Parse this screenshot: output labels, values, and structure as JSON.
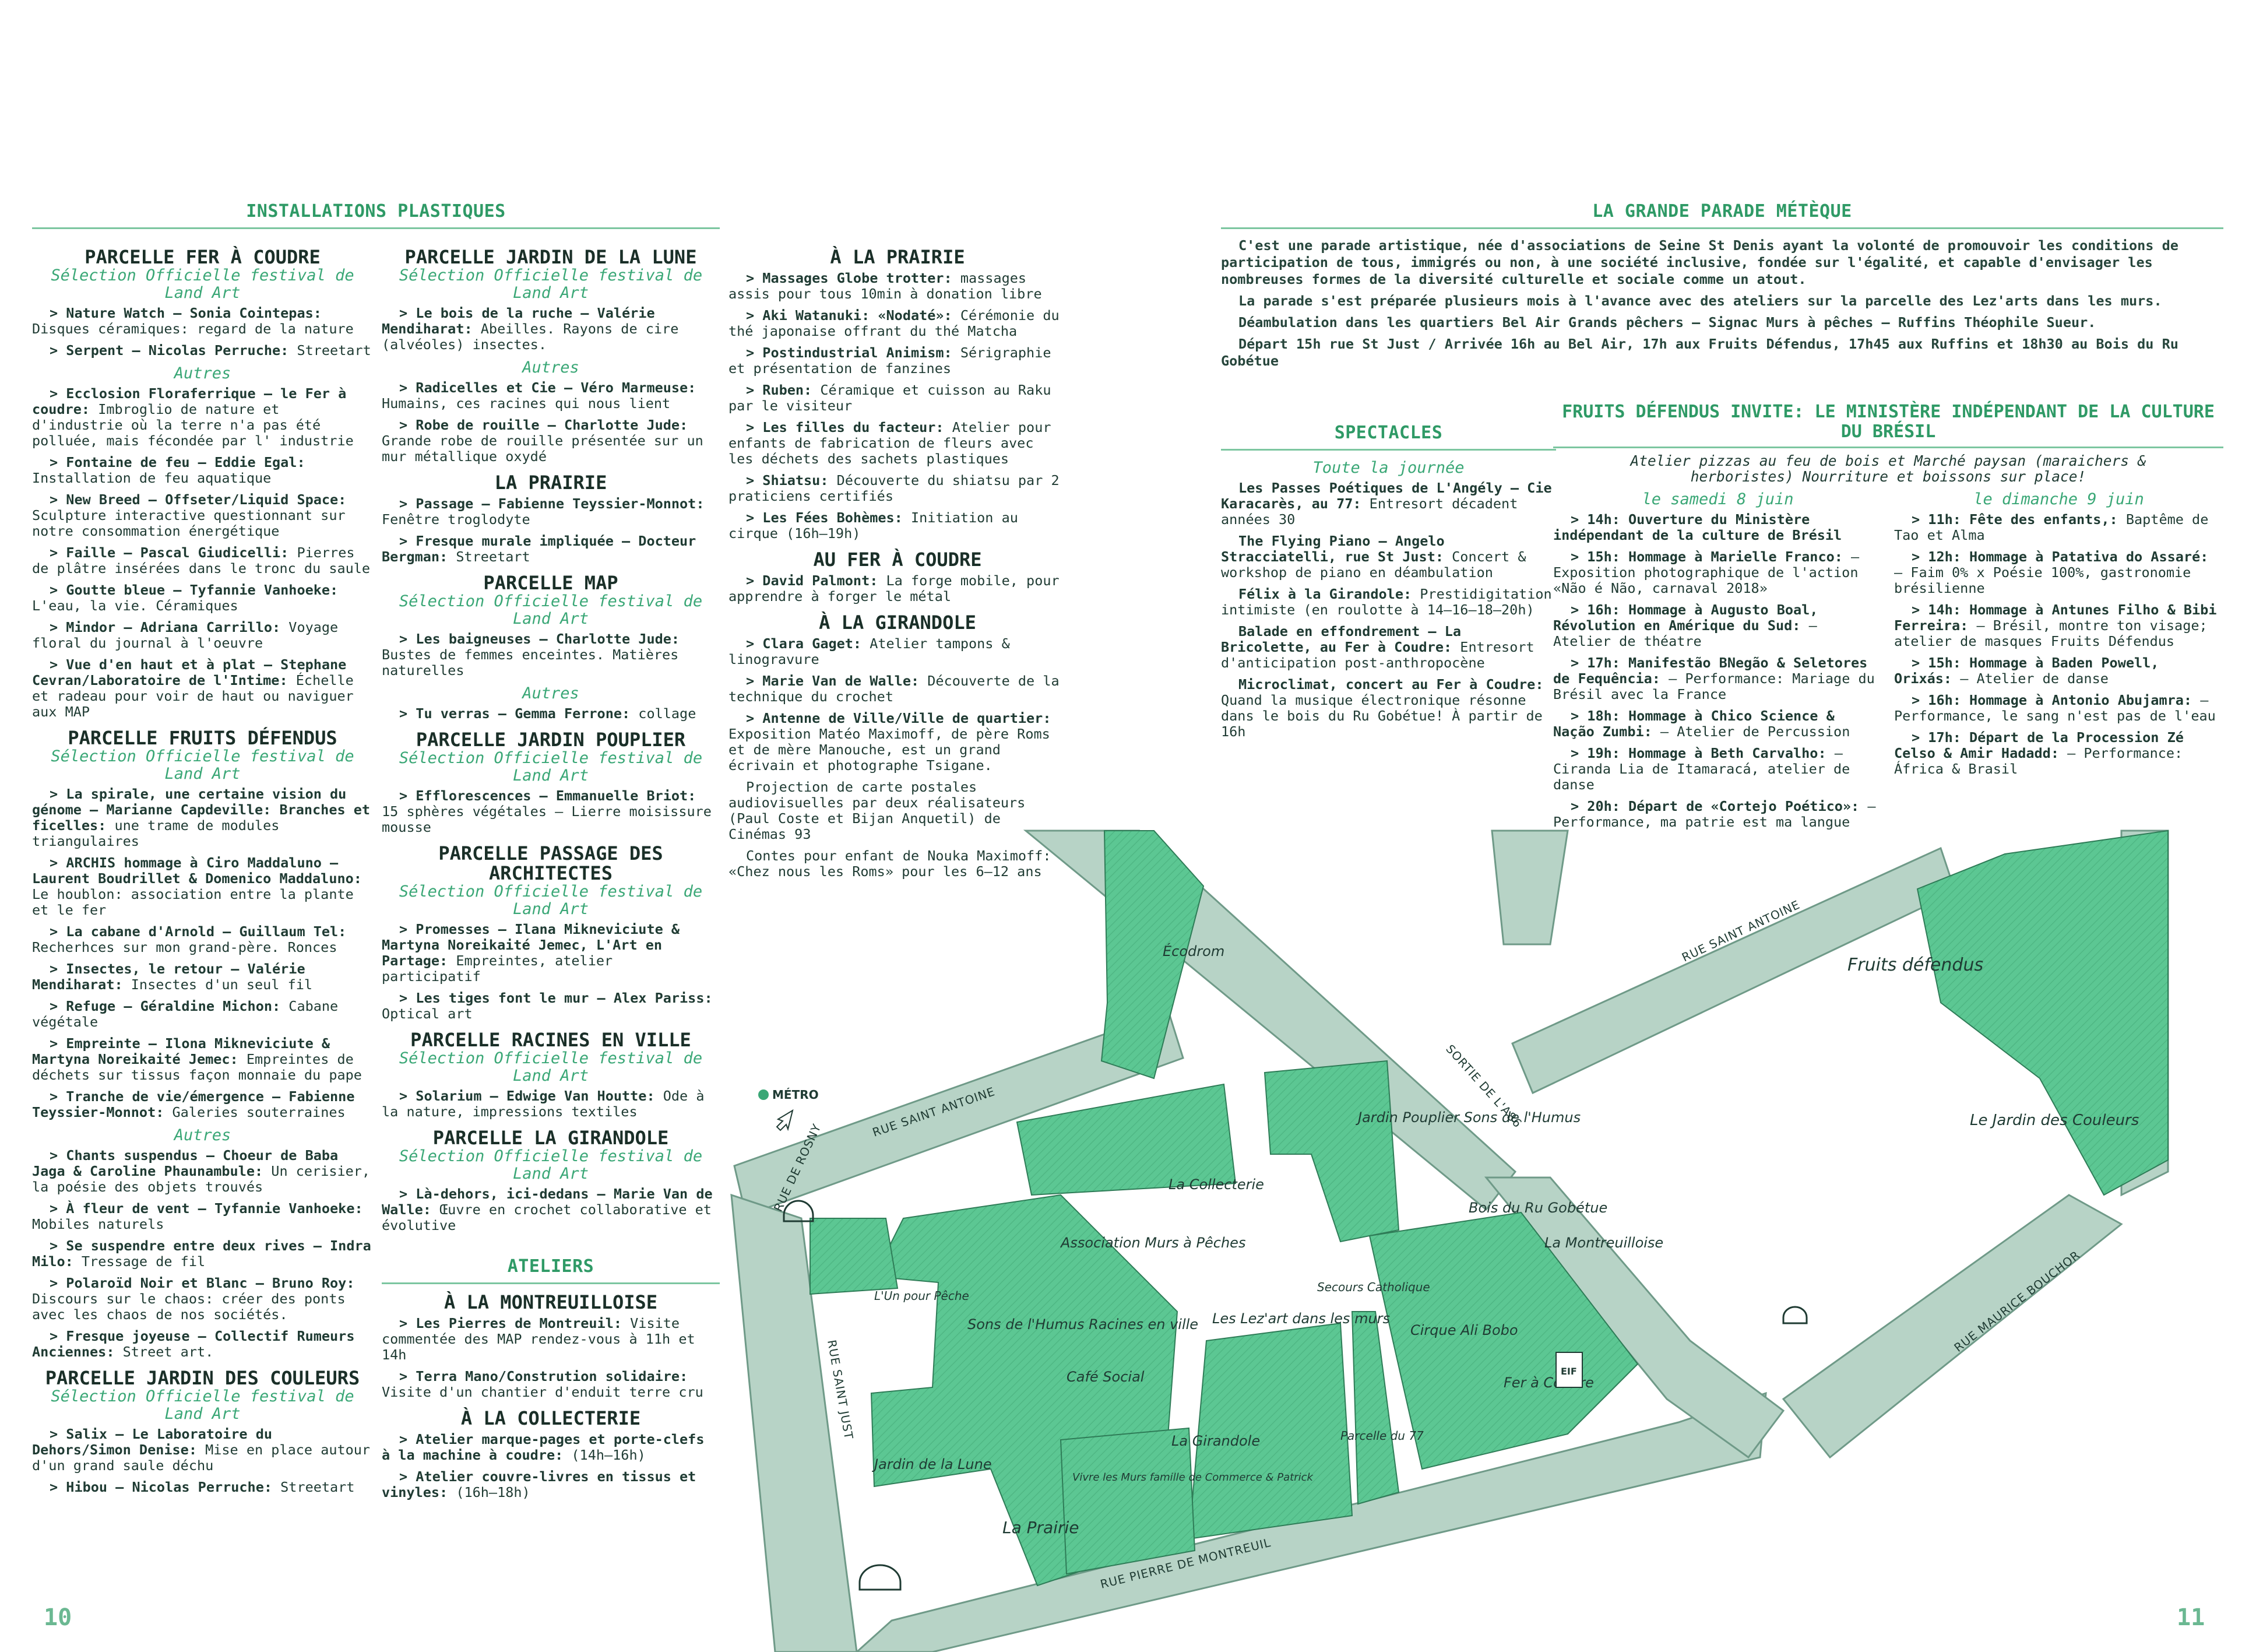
{
  "colors": {
    "accent": "#3aa776",
    "block": "#5cc793",
    "road": "#b7d3c6",
    "text": "#1f3b33"
  },
  "page_left": "10",
  "page_right": "11",
  "installations": {
    "title": "INSTALLATIONS PLASTIQUES",
    "col1": [
      {
        "type": "parc",
        "text": "PARCELLE FER À COUDRE"
      },
      {
        "type": "sel",
        "text": "Sélection Officielle festival de Land Art"
      },
      {
        "type": "entry",
        "name": "> Nature Watch – Sonia Cointepas",
        "desc": " Disques céramiques: regard de la nature"
      },
      {
        "type": "entry",
        "name": "> Serpent – Nicolas Perruche",
        "desc": " Streetart"
      },
      {
        "type": "autres",
        "text": "Autres"
      },
      {
        "type": "entry",
        "name": "> Ecclosion Floraferrique – le Fer à coudre",
        "desc": " Imbroglio de nature et d'industrie où la terre n'a pas été polluée, mais fécondée par l' industrie"
      },
      {
        "type": "entry",
        "name": "> Fontaine de feu – Eddie Egal",
        "desc": " Installation de feu aquatique"
      },
      {
        "type": "entry",
        "name": "> New Breed – Offseter/Liquid Space",
        "desc": " Sculpture interactive questionnant sur notre consommation énergétique"
      },
      {
        "type": "entry",
        "name": "> Faille – Pascal Giudicelli",
        "desc": " Pierres de plâtre insérées dans le tronc du saule"
      },
      {
        "type": "entry",
        "name": "> Goutte bleue – Tyfannie Vanhoeke",
        "desc": " L'eau, la vie. Céramiques"
      },
      {
        "type": "entry",
        "name": "> Mindor – Adriana Carrillo",
        "desc": " Voyage floral du journal à l'oeuvre"
      },
      {
        "type": "entry",
        "name": "> Vue d'en haut et à plat – Stephane Cevran/Laboratoire de l'Intime",
        "desc": " Échelle et radeau pour voir de haut ou naviguer aux MAP"
      },
      {
        "type": "parc",
        "text": "PARCELLE FRUITS DÉFENDUS"
      },
      {
        "type": "sel",
        "text": "Sélection Officielle festival de Land Art"
      },
      {
        "type": "entry",
        "name": "> La spirale, une certaine vision du génome – Marianne Capdeville: Branches et ficelles",
        "desc": " une trame de modules triangulaires"
      },
      {
        "type": "entry",
        "name": "> ARCHIS hommage à Ciro Maddaluno – Laurent Boudrillet & Domenico Maddaluno",
        "desc": " Le houblon: association entre la plante et le fer"
      },
      {
        "type": "entry",
        "name": "> La cabane d'Arnold – Guillaum Tel",
        "desc": " Recherhces sur mon grand-père. Ronces"
      },
      {
        "type": "entry",
        "name": "> Insectes, le retour – Valérie Mendiharat",
        "desc": " Insectes d'un seul fil"
      },
      {
        "type": "entry",
        "name": "> Refuge – Géraldine Michon",
        "desc": " Cabane végétale"
      },
      {
        "type": "entry",
        "name": "> Empreinte – Ilona Mikneviciute & Martyna Noreikaité Jemec",
        "desc": " Empreintes de déchets sur tissus façon monnaie du pape"
      },
      {
        "type": "entry",
        "name": "> Tranche de vie/émergence – Fabienne Teyssier-Monnot",
        "desc": " Galeries souterraines"
      },
      {
        "type": "autres",
        "text": "Autres"
      },
      {
        "type": "entry",
        "name": "> Chants suspendus – Choeur de Baba Jaga & Caroline Phaunambule",
        "desc": " Un cerisier, la poésie des objets trouvés"
      },
      {
        "type": "entry",
        "name": "> À fleur de vent – Tyfannie Vanhoeke",
        "desc": " Mobiles naturels"
      },
      {
        "type": "entry",
        "name": "> Se suspendre entre deux rives – Indra Milo",
        "desc": " Tressage de fil"
      },
      {
        "type": "entry",
        "name": "> Polaroïd Noir et Blanc – Bruno Roy",
        "desc": " Discours sur le chaos: créer des ponts avec les chaos de nos sociétés."
      },
      {
        "type": "entry",
        "name": "> Fresque joyeuse – Collectif Rumeurs Anciennes",
        "desc": " Street art."
      },
      {
        "type": "parc",
        "text": "PARCELLE JARDIN DES COULEURS"
      },
      {
        "type": "sel",
        "text": "Sélection Officielle festival de Land Art"
      },
      {
        "type": "entry",
        "name": "> Salix – Le Laboratoire du Dehors/Simon Denise",
        "desc": " Mise en place autour d'un grand saule déchu"
      },
      {
        "type": "entry",
        "name": "> Hibou – Nicolas Perruche",
        "desc": " Streetart"
      }
    ],
    "col2": [
      {
        "type": "parc",
        "text": "PARCELLE JARDIN DE LA LUNE"
      },
      {
        "type": "sel",
        "text": "Sélection Officielle festival de Land Art"
      },
      {
        "type": "entry",
        "name": "> Le bois de la ruche – Valérie Mendiharat",
        "desc": " Abeilles. Rayons de cire (alvéoles) insectes."
      },
      {
        "type": "autres",
        "text": "Autres"
      },
      {
        "type": "entry",
        "name": "> Radicelles et Cie – Véro Marmeuse",
        "desc": " Humains, ces racines qui nous lient"
      },
      {
        "type": "entry",
        "name": "> Robe de rouille – Charlotte Jude",
        "desc": " Grande robe de rouille présentée sur un mur métallique oxydé"
      },
      {
        "type": "parc",
        "text": "LA PRAIRIE"
      },
      {
        "type": "entry",
        "name": "> Passage – Fabienne Teyssier-Monnot",
        "desc": " Fenêtre troglodyte"
      },
      {
        "type": "entry",
        "name": "> Fresque murale impliquée – Docteur Bergman",
        "desc": " Streetart"
      },
      {
        "type": "parc",
        "text": "PARCELLE MAP"
      },
      {
        "type": "sel",
        "text": "Sélection Officielle festival de Land Art"
      },
      {
        "type": "entry",
        "name": "> Les baigneuses – Charlotte Jude",
        "desc": " Bustes de femmes enceintes. Matières naturelles"
      },
      {
        "type": "autres",
        "text": "Autres"
      },
      {
        "type": "entry",
        "name": "> Tu verras – Gemma Ferrone",
        "desc": " collage"
      },
      {
        "type": "parc",
        "text": "PARCELLE JARDIN POUPLIER"
      },
      {
        "type": "sel",
        "text": "Sélection Officielle festival de Land Art"
      },
      {
        "type": "entry",
        "name": "> Efflorescences – Emmanuelle Briot",
        "desc": " 15 sphères végétales – Lierre moisissure mousse"
      },
      {
        "type": "parc",
        "text": "PARCELLE PASSAGE DES ARCHITECTES"
      },
      {
        "type": "sel",
        "text": "Sélection Officielle festival de Land Art"
      },
      {
        "type": "entry",
        "name": "> Promesses – Ilana Mikneviciute & Martyna Noreikaité Jemec, L'Art en Partage",
        "desc": " Empreintes, atelier participatif"
      },
      {
        "type": "entry",
        "name": "> Les tiges font le mur – Alex Pariss",
        "desc": " Optical art"
      },
      {
        "type": "parc",
        "text": "PARCELLE RACINES EN VILLE"
      },
      {
        "type": "sel",
        "text": "Sélection Officielle festival de Land Art"
      },
      {
        "type": "entry",
        "name": "> Solarium – Edwige Van Houtte",
        "desc": " Ode à la nature, impressions textiles"
      },
      {
        "type": "parc",
        "text": "PARCELLE LA GIRANDOLE"
      },
      {
        "type": "sel",
        "text": "Sélection Officielle festival de Land Art"
      },
      {
        "type": "entry",
        "name": "> Là-dehors, ici-dedans – Marie Van de Walle",
        "desc": " Œuvre en crochet collaborative et évolutive"
      }
    ]
  },
  "ateliers": {
    "title": "ATELIERS",
    "items": [
      {
        "type": "parc",
        "text": "À LA MONTREUILLOISE"
      },
      {
        "type": "entry",
        "name": "> Les Pierres de Montreuil",
        "desc": " Visite commentée des MAP rendez-vous à 11h et 14h"
      },
      {
        "type": "entry",
        "name": "> Terra Mano/Constrution solidaire",
        "desc": " Visite d'un chantier d'enduit terre cru"
      },
      {
        "type": "parc",
        "text": "À LA COLLECTERIE"
      },
      {
        "type": "entry",
        "name": "> Atelier marque-pages et porte-clefs à la machine à coudre",
        "desc": " (14h–16h)"
      },
      {
        "type": "entry",
        "name": "> Atelier couvre-livres en tissus et vinyles",
        "desc": " (16h–18h)"
      }
    ]
  },
  "col3": [
    {
      "type": "parc",
      "text": "À LA PRAIRIE"
    },
    {
      "type": "entry",
      "name": "> Massages Globe trotter",
      "desc": " massages assis pour tous 10min à donation libre"
    },
    {
      "type": "entry",
      "name": "> Aki Watanuki: «Nodaté»",
      "desc": " Cérémonie du thé japonaise offrant du thé Matcha"
    },
    {
      "type": "entry",
      "name": "> Postindustrial Animism",
      "desc": " Sérigraphie et présentation de fanzines"
    },
    {
      "type": "entry",
      "name": "> Ruben",
      "desc": " Céramique et cuisson au Raku par le visiteur"
    },
    {
      "type": "entry",
      "name": "> Les filles du facteur",
      "desc": " Atelier pour enfants de fabrication de fleurs avec les déchets des sachets plastiques"
    },
    {
      "type": "entry",
      "name": "> Shiatsu",
      "desc": " Découverte du shiatsu par 2 praticiens certifiés"
    },
    {
      "type": "entry",
      "name": "> Les Fées Bohèmes",
      "desc": " Initiation au cirque (16h–19h)"
    },
    {
      "type": "parc",
      "text": "AU FER À COUDRE"
    },
    {
      "type": "entry",
      "name": "> David Palmont",
      "desc": " La forge mobile, pour apprendre à forger le métal"
    },
    {
      "type": "parc",
      "text": "À LA GIRANDOLE"
    },
    {
      "type": "entry",
      "name": "> Clara Gaget",
      "desc": " Atelier tampons & linogravure"
    },
    {
      "type": "entry",
      "name": "> Marie Van de Walle",
      "desc": " Découverte de la technique du crochet"
    },
    {
      "type": "entry",
      "name": "> Antenne de Ville/Ville de quartier",
      "desc": " Exposition Matéo Maximoff, de père Roms et de mère Manouche, est un grand écrivain et photographe Tsigane."
    },
    {
      "type": "plain",
      "text": "Projection de carte postales audiovisuelles par deux réalisateurs (Paul Coste et Bijan Anquetil) de Cinémas 93"
    },
    {
      "type": "plain",
      "text": "Contes pour enfant de Nouka Maximoff: «Chez nous les Roms» pour les 6–12 ans"
    }
  ],
  "parade": {
    "title": "LA GRANDE PARADE MÉTÈQUE",
    "p1": "C'est une parade artistique, née d'associations de Seine St Denis ayant la volonté de promouvoir les conditions de participation de tous, immigrés ou non, à une société inclusive, fondée sur l'égalité, et capable d'envisager les nombreuses formes de la diversité culturelle et sociale comme un atout.",
    "p2": "La parade s'est préparée plusieurs mois à l'avance avec des ateliers sur la parcelle des Lez'arts dans les murs.",
    "p3": "Déambulation dans les quartiers Bel Air Grands pêchers – Signac Murs à pêches – Ruffins Théophile Sueur.",
    "p4": "Départ 15h rue St Just / Arrivée 16h au Bel Air, 17h aux Fruits Défendus, 17h45 aux Ruffins et 18h30 au Bois du Ru Gobétue"
  },
  "spectacles": {
    "title": "SPECTACLES",
    "sub": "Toute la journée",
    "items": [
      {
        "name": "Les Passes Poétiques de L'Angély – Cie Karacarès, au 77",
        "desc": " Entresort décadent années 30"
      },
      {
        "name": "The Flying Piano – Angelo Stracciatelli, rue St Just",
        "desc": " Concert & workshop de piano en déambulation"
      },
      {
        "name": "Félix à la Girandole",
        "desc": " Prestidigitation intimiste (en roulotte à 14–16–18–20h)"
      },
      {
        "name": "Balade en effondrement – La Bricolette, au Fer à Coudre",
        "desc": " Entresort d'anticipation post-anthropocène"
      },
      {
        "name": "Microclimat, concert au Fer à Coudre",
        "desc": " Quand la musique électronique résonne dans le bois du Ru Gobétue! À partir de 16h"
      }
    ]
  },
  "fruits": {
    "title": "FRUITS DÉFENDUS INVITE: LE MINISTÈRE INDÉPENDANT DE LA CULTURE DU BRÉSIL",
    "sub": "Atelier pizzas au feu de bois et Marché paysan (maraichers & herboristes) Nourriture et boissons sur place!",
    "day1": "le samedi 8 juin",
    "day2": "le dimanche 9 juin",
    "sat": [
      {
        "name": "> 14h: Ouverture du Ministère indépendant de la culture de Brésil",
        "desc": ""
      },
      {
        "name": "> 15h: Hommage à Marielle Franco",
        "desc": " – Exposition photographique de l'action «Não é Não, carnaval 2018»"
      },
      {
        "name": "> 16h: Hommage à Augusto Boal, Révolution en Amérique du Sud",
        "desc": " – Atelier de théatre"
      },
      {
        "name": "> 17h: Manifestão BNegão & Seletores de Fequência",
        "desc": " – Performance: Mariage du Brésil avec la France"
      },
      {
        "name": "> 18h: Hommage à Chico Science & Nação Zumbi",
        "desc": " – Atelier de Percussion"
      },
      {
        "name": "> 19h: Hommage à Beth Carvalho",
        "desc": " – Ciranda Lia de Itamaracá, atelier de danse"
      },
      {
        "name": "> 20h: Départ de «Cortejo Poético»",
        "desc": " – Performance, ma patrie est ma langue"
      }
    ],
    "sun": [
      {
        "name": "> 11h: Fête des enfants,",
        "desc": " Baptême de Tao et Alma"
      },
      {
        "name": "> 12h: Hommage à Patativa do Assaré",
        "desc": " – Faim 0% x Poésie 100%, gastronomie brésilienne"
      },
      {
        "name": "> 14h: Hommage à Antunes Filho & Bibi Ferreira",
        "desc": " – Brésil, montre ton visage; atelier de masques Fruits Défendus"
      },
      {
        "name": "> 15h: Hommage à Baden Powell, Orixás",
        "desc": " – Atelier de danse"
      },
      {
        "name": "> 16h: Hommage à Antonio Abujamra",
        "desc": " – Performance, le sang n'est pas de l'eau"
      },
      {
        "name": "> 17h: Départ de la Procession Zé Celso & Amir Hadadd",
        "desc": " – Performance: África & Brasil"
      }
    ]
  },
  "map": {
    "streets": [
      "RUE SAINT ANTOINE",
      "RUE SAINT ANTOINE",
      "RUE SAINT JUST",
      "RUE PIERRE DE MONTREUIL",
      "RUE MAURICE BOUCHOR",
      "SORTIE DE L'A86",
      "RUE DE ROSNY"
    ],
    "places": [
      "Écodrom",
      "La Collecterie",
      "Jardin Pouplier Sons de l'Humus",
      "Bois du Ru Gobétue",
      "La Montreuilloise",
      "Fruits défendus",
      "Le Jardin des Couleurs",
      "Sons de l'Humus Racines en ville",
      "Association Murs à Pêches",
      "Jardin de la Lune",
      "La Prairie",
      "Café Social",
      "Vivre les Murs famille de Commerce & Patrick",
      "La Girandole",
      "Les Lez'art dans les murs",
      "Secours Catholique",
      "Parcelle du 77",
      "Cirque Ali Bobo",
      "Fer à Coudre",
      "L'Un pour Pêche"
    ],
    "metro": "MÉTRO",
    "eif": "EIF"
  }
}
